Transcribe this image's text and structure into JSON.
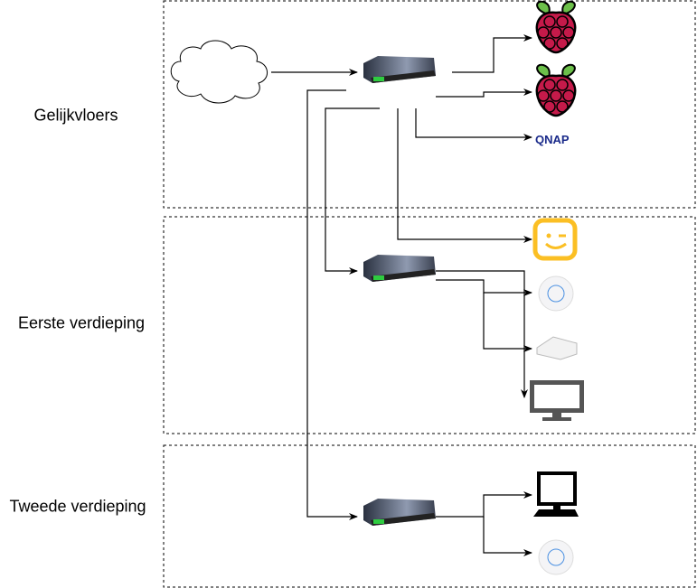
{
  "floors": [
    {
      "label": "Gelijkvloers"
    },
    {
      "label": "Eerste verdieping"
    },
    {
      "label": "Tweede verdieping"
    }
  ],
  "devices": {
    "internet": "cloud-icon",
    "switches": [
      "network-switch-icon",
      "network-switch-icon",
      "network-switch-icon"
    ],
    "ground_floor": [
      "raspberry-pi-icon",
      "raspberry-pi-icon",
      "qnap-nas-icon",
      "telenet-modem-icon"
    ],
    "first_floor": [
      "wifi-access-point-icon",
      "router-icon",
      "monitor-icon"
    ],
    "second_floor": [
      "desktop-computer-icon",
      "wifi-access-point-icon"
    ]
  },
  "qnap_logo": "QNAP",
  "colors": {
    "raspberry": "#c51a4a",
    "leaf": "#6cc04a",
    "telenet": "#fbbf24",
    "ap_ring": "#4a90e2",
    "monitor": "#555555"
  }
}
